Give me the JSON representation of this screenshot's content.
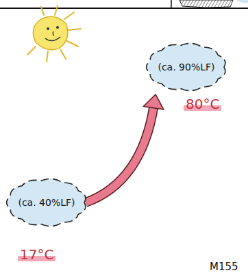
{
  "diagram": {
    "nodes": [
      {
        "text": [
          "(ca. 90%LF)"
        ]
      },
      {
        "text": [
          "(ca. 40%LF)"
        ]
      }
    ],
    "edges": [
      {
        "from": 1,
        "to": 0,
        "arrow": "to"
      }
    ],
    "labels": [
      "80°C",
      "17°C",
      "M155"
    ]
  }
}
